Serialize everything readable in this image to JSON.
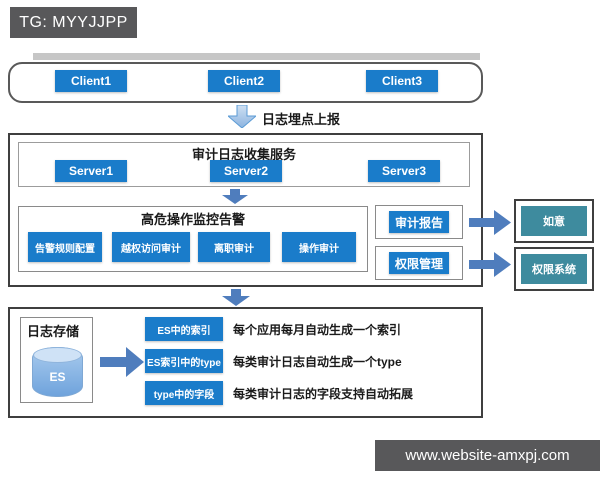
{
  "colors": {
    "node_blue": "#1a7cca",
    "arrow_blue": "#4f7dbd",
    "arrow_light_fill": "#b7d0ec",
    "arrow_light_stroke": "#5b9bd5",
    "teal": "#3e8b9e",
    "banner_bg": "#58585a"
  },
  "top_banner": {
    "text": "TG: MYYJJPP"
  },
  "clients": {
    "items": [
      "Client1",
      "Client2",
      "Client3"
    ]
  },
  "flow": {
    "report_label": "日志埋点上报"
  },
  "collection": {
    "title": "审计日志收集服务",
    "servers": [
      "Server1",
      "Server2",
      "Server3"
    ]
  },
  "alerting": {
    "title": "高危操作监控告警",
    "items": [
      "告警规则配置",
      "越权访问审计",
      "离职审计",
      "操作审计"
    ]
  },
  "outputs": [
    {
      "label": "审计报告",
      "target": "如意"
    },
    {
      "label": "权限管理",
      "target": "权限系统"
    }
  ],
  "storage": {
    "title": "日志存储",
    "db_label": "ES",
    "rows": [
      {
        "box": "ES中的索引",
        "desc": "每个应用每月自动生成一个索引"
      },
      {
        "box": "ES索引中的type",
        "desc": "每类审计日志自动生成一个type"
      },
      {
        "box": "type中的字段",
        "desc": "每类审计日志的字段支持自动拓展"
      }
    ]
  },
  "bottom_banner": {
    "text": "www.website-amxpj.com"
  }
}
